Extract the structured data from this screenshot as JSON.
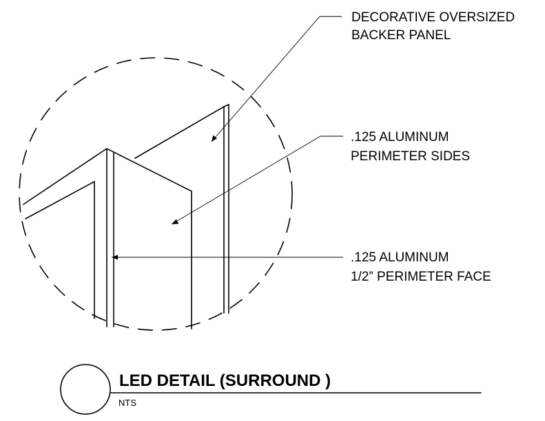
{
  "callouts": {
    "backer_panel": {
      "line1": "DECORATIVE OVERSIZED",
      "line2": "BACKER PANEL"
    },
    "perimeter_sides": {
      "line1": ".125 ALUMINUM",
      "line2": "PERIMETER SIDES"
    },
    "perimeter_face": {
      "line1": ".125 ALUMINUM",
      "line2": "1/2” PERIMETER FACE"
    }
  },
  "title_block": {
    "title": "LED DETAIL (SURROUND )",
    "scale_note": "NTS"
  }
}
